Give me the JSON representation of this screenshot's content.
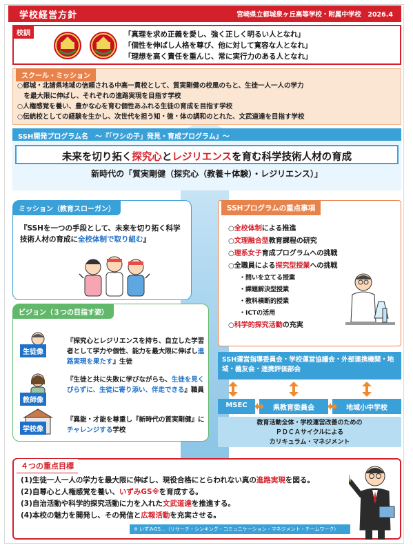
{
  "header": {
    "title": "学校経営方針",
    "school": "宮崎県立都城泉ヶ丘高等学校・附属中学校　2026.4"
  },
  "motto": {
    "label": "校訓",
    "lines": [
      "「真理を求め正義を愛し、強く正しく明るい人となれ」",
      "「個性を伸ばし人格を尊び、他に対して寛容な人となれ」",
      "「理想を高く責任を重んじ、常に実行力のある人となれ」"
    ]
  },
  "school_mission": {
    "label": "スクール・ミッション",
    "lines": [
      "○都城・北諸県地域の信頼される中高一貫校として、質実剛健の校風のもと、生徒一人一人の学力",
      "　を最大限に伸ばし、それぞれの進路実現を目指す学校",
      "○人権感覚を養い、豊かな心を育む個性あふれる生徒の育成を目指す学校",
      "○伝統校としての経験を生かし、次世代を担う知・徳・体の調和のとれた、文武道達を目指す学校"
    ]
  },
  "ssh": {
    "program_name": "SSH開発プログラム名　～『「ワシの子」発見・育成プログラム』～",
    "main_prefix": "未来を切り拓く",
    "main_red1": "探究心",
    "main_mid": "と",
    "main_red2": "レジリエンス",
    "main_suffix": "を育む科学技術人材の育成",
    "subtitle": "新時代の「質実剛健（探究心（教養＋体験）・レジリエンス）」"
  },
  "slogan": {
    "label": "ミッション（教育スローガン）",
    "text_prefix": "『SSHを一つの手段として、未来を切り拓く科学技術人材の育成に",
    "text_blue": "全校体制で取り組む",
    "text_suffix": "』"
  },
  "key_points": {
    "title": "SSHプログラムの重点事項",
    "items": [
      {
        "mark": "○",
        "red": "全校体制",
        "rest": "による推進"
      },
      {
        "mark": "○",
        "red": "文理融合型",
        "rest": "教育課程の研究"
      },
      {
        "mark": "○",
        "red": "理系女子",
        "rest": "育成プログラムへの挑戦"
      },
      {
        "mark": "○",
        "pre": "全職員による",
        "red": "探究型授業",
        "rest": "への挑戦"
      }
    ],
    "sub_items": [
      "・問いを立てる授業",
      "・課題解決型授業",
      "・教科横断的授業",
      "・ICTの活用"
    ],
    "last": {
      "mark": "○",
      "red": "科学的探究活動",
      "rest": "の充実"
    }
  },
  "vision": {
    "label": "ビジョン（３つの目指す姿）",
    "students": {
      "label": "生徒像",
      "text_prefix": "『探究心とレジリエンスを持ち、自立した学習者として学力や個性、能力を最大限に伸ばし",
      "text_blue": "進路実現を果たす",
      "text_suffix": "』生徒"
    },
    "teachers": {
      "label": "教師像",
      "text_prefix": "『生徒と共に失敗に学びながらも、",
      "text_blue": "生徒を見くびらずに、生徒に寄り添い、伴走できる",
      "text_suffix": "』職員"
    },
    "school": {
      "label": "学校像",
      "text_prefix": "『異能・才能を尊重し『新時代の質実剛健』に",
      "text_blue": "チャレンジする",
      "text_suffix": "学校"
    }
  },
  "org": {
    "top": "SSH運営指導委員会・学校運営協議会・外部連携機関・地域・義友会・連携評価部会",
    "msec": "MSEC",
    "board": "県教育委員会",
    "local": "地域小中学校",
    "pdca_1": "教育活動全体・学校運営改善のための",
    "pdca_2": "ＰＤＣＡサイクルによる",
    "pdca_3": "カリキュラム・マネジメント"
  },
  "goals": {
    "label": "４つの重点目標",
    "g1_prefix": "(1)生徒一人一人の学力を最大限に伸ばし、現役合格にとらわれない真の",
    "g1_red": "進路実現",
    "g1_suffix": "を図る。",
    "g2_prefix": "(2)自尊心と人権感覚を養い、",
    "g2_red": "いずみGS※",
    "g2_suffix": "を育成する。",
    "g3_prefix": "(3)自治活動や科学的探究活動に力を入れた",
    "g3_red": "文武道達",
    "g3_suffix": "を推進する。",
    "g4_prefix": "(4)本校の魅力を開発し、その発信と",
    "g4_red": "広報活動",
    "g4_suffix": "を充実させる。",
    "note": "※ いずみGS…（リサーチ・シンキング・コミュニケーション・マネジメント・チームワーク）"
  },
  "colors": {
    "red": "#d4202a",
    "orange": "#e9834c",
    "blue": "#3aa0d8",
    "green": "#62b86a"
  }
}
